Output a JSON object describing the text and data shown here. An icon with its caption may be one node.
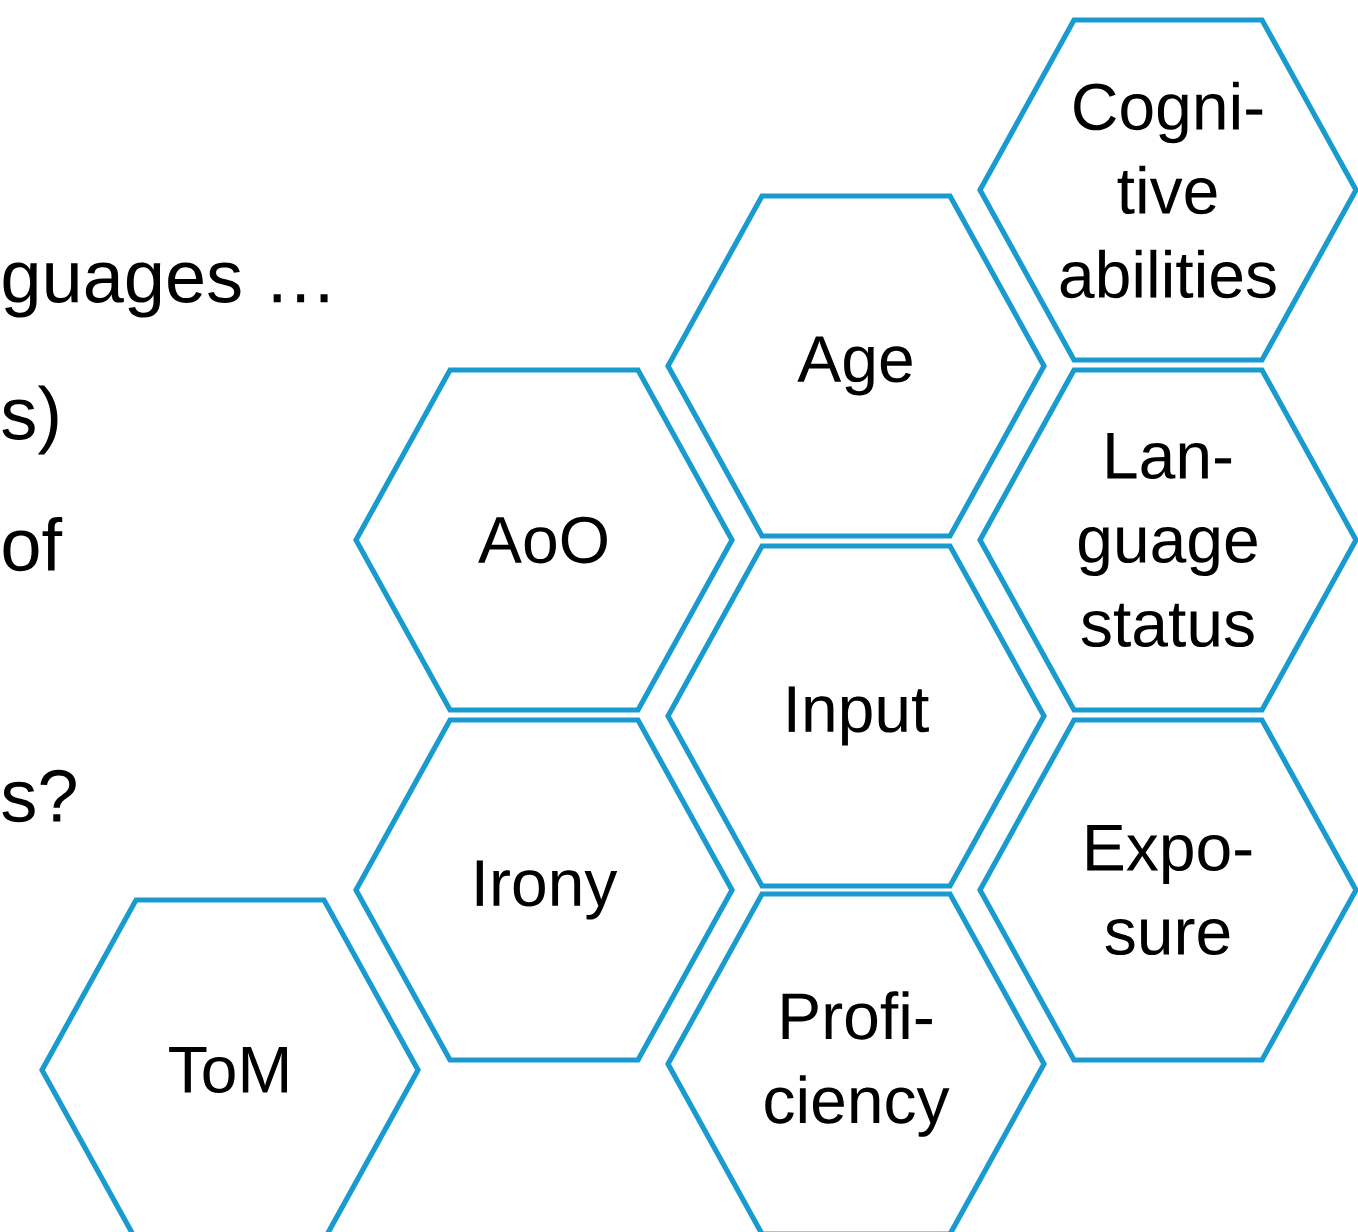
{
  "diagram": {
    "nodes": [
      {
        "text": [
          "Cogni- tive abilities"
        ]
      },
      {
        "text": [
          "Age"
        ]
      },
      {
        "text": [
          "AoO"
        ]
      },
      {
        "text": [
          "Lan- guage status"
        ]
      },
      {
        "text": [
          "Input"
        ]
      },
      {
        "text": [
          "Irony"
        ]
      },
      {
        "text": [
          "Expo- sure"
        ]
      },
      {
        "text": [
          "ToM"
        ]
      },
      {
        "text": [
          "Profi- ciency"
        ]
      }
    ],
    "labels": [
      "guages …",
      "s)",
      "of",
      "s?"
    ]
  }
}
